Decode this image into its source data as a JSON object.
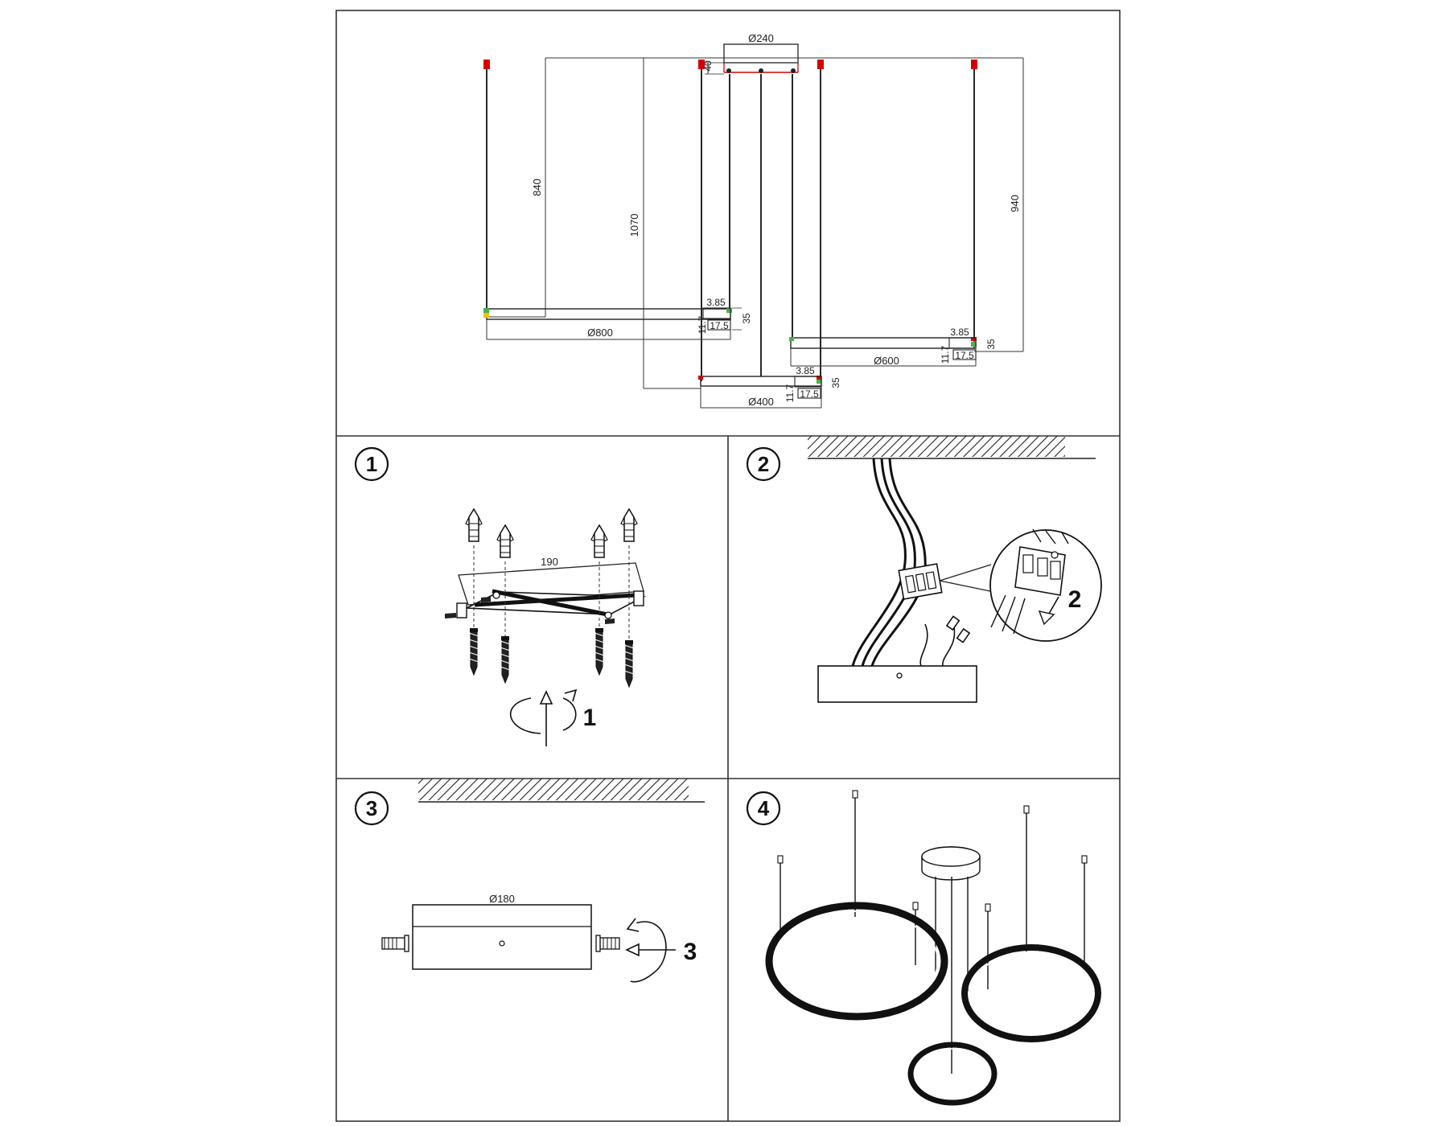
{
  "dimensions": {
    "canopy_diameter": "Ø240",
    "canopy_height": "40",
    "drop_800": "840",
    "drop_400": "1070",
    "drop_600": "940",
    "ring_800": "Ø800",
    "ring_600": "Ø600",
    "ring_400": "Ø400",
    "profile_width": "3.85",
    "profile_height": "35",
    "profile_inner": "11.7",
    "profile_depth": "17.5"
  },
  "steps": [
    {
      "number": "1",
      "dim_label": "190",
      "action_label": "1"
    },
    {
      "number": "2",
      "action_label": "2"
    },
    {
      "number": "3",
      "dim_label": "Ø180",
      "action_label": "3"
    },
    {
      "number": "4"
    }
  ]
}
